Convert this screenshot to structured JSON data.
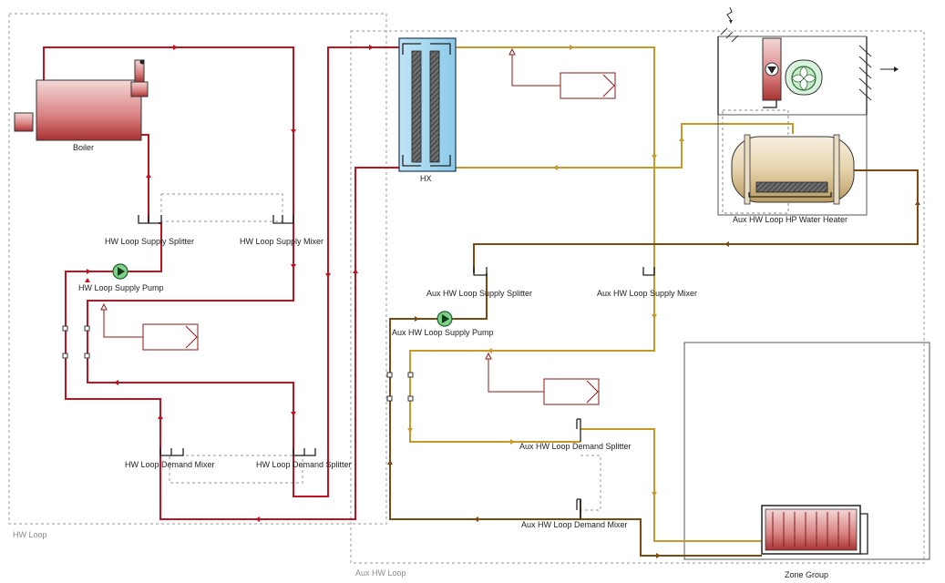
{
  "groups": {
    "hw_loop": "HW Loop",
    "aux_hw_loop": "Aux HW Loop",
    "zone_group": "Zone Group"
  },
  "components": {
    "boiler": "Boiler",
    "hx": "HX",
    "hw_supply_splitter": "HW Loop Supply Splitter",
    "hw_supply_mixer": "HW Loop Supply Mixer",
    "hw_supply_pump": "HW Loop Supply Pump",
    "hw_demand_mixer": "HW Loop Demand Mixer",
    "hw_demand_splitter": "HW Loop Demand Splitter",
    "aux_supply_splitter": "Aux HW Loop Supply Splitter",
    "aux_supply_mixer": "Aux HW Loop Supply Mixer",
    "aux_supply_pump": "Aux HW Loop Supply Pump",
    "aux_demand_splitter": "Aux HW Loop Demand Splitter",
    "aux_demand_mixer": "Aux HW Loop Demand Mixer",
    "hp_water_heater": "Aux HW Loop HP Water Heater"
  },
  "icons": {
    "pump": "pump-icon",
    "setpoint_manager": "setpoint-manager-icon",
    "boiler": "boiler-icon",
    "heat_exchanger": "heat-exchanger-icon",
    "water_heater": "water-heater-tank-icon",
    "fan": "fan-icon",
    "radiant_unit": "zone-equipment-icon"
  },
  "colors": {
    "hot_water": "#c1121f",
    "aux_supply": "#c9982a",
    "aux_return": "#7a4a12",
    "group_border": "#aaaaaa"
  }
}
